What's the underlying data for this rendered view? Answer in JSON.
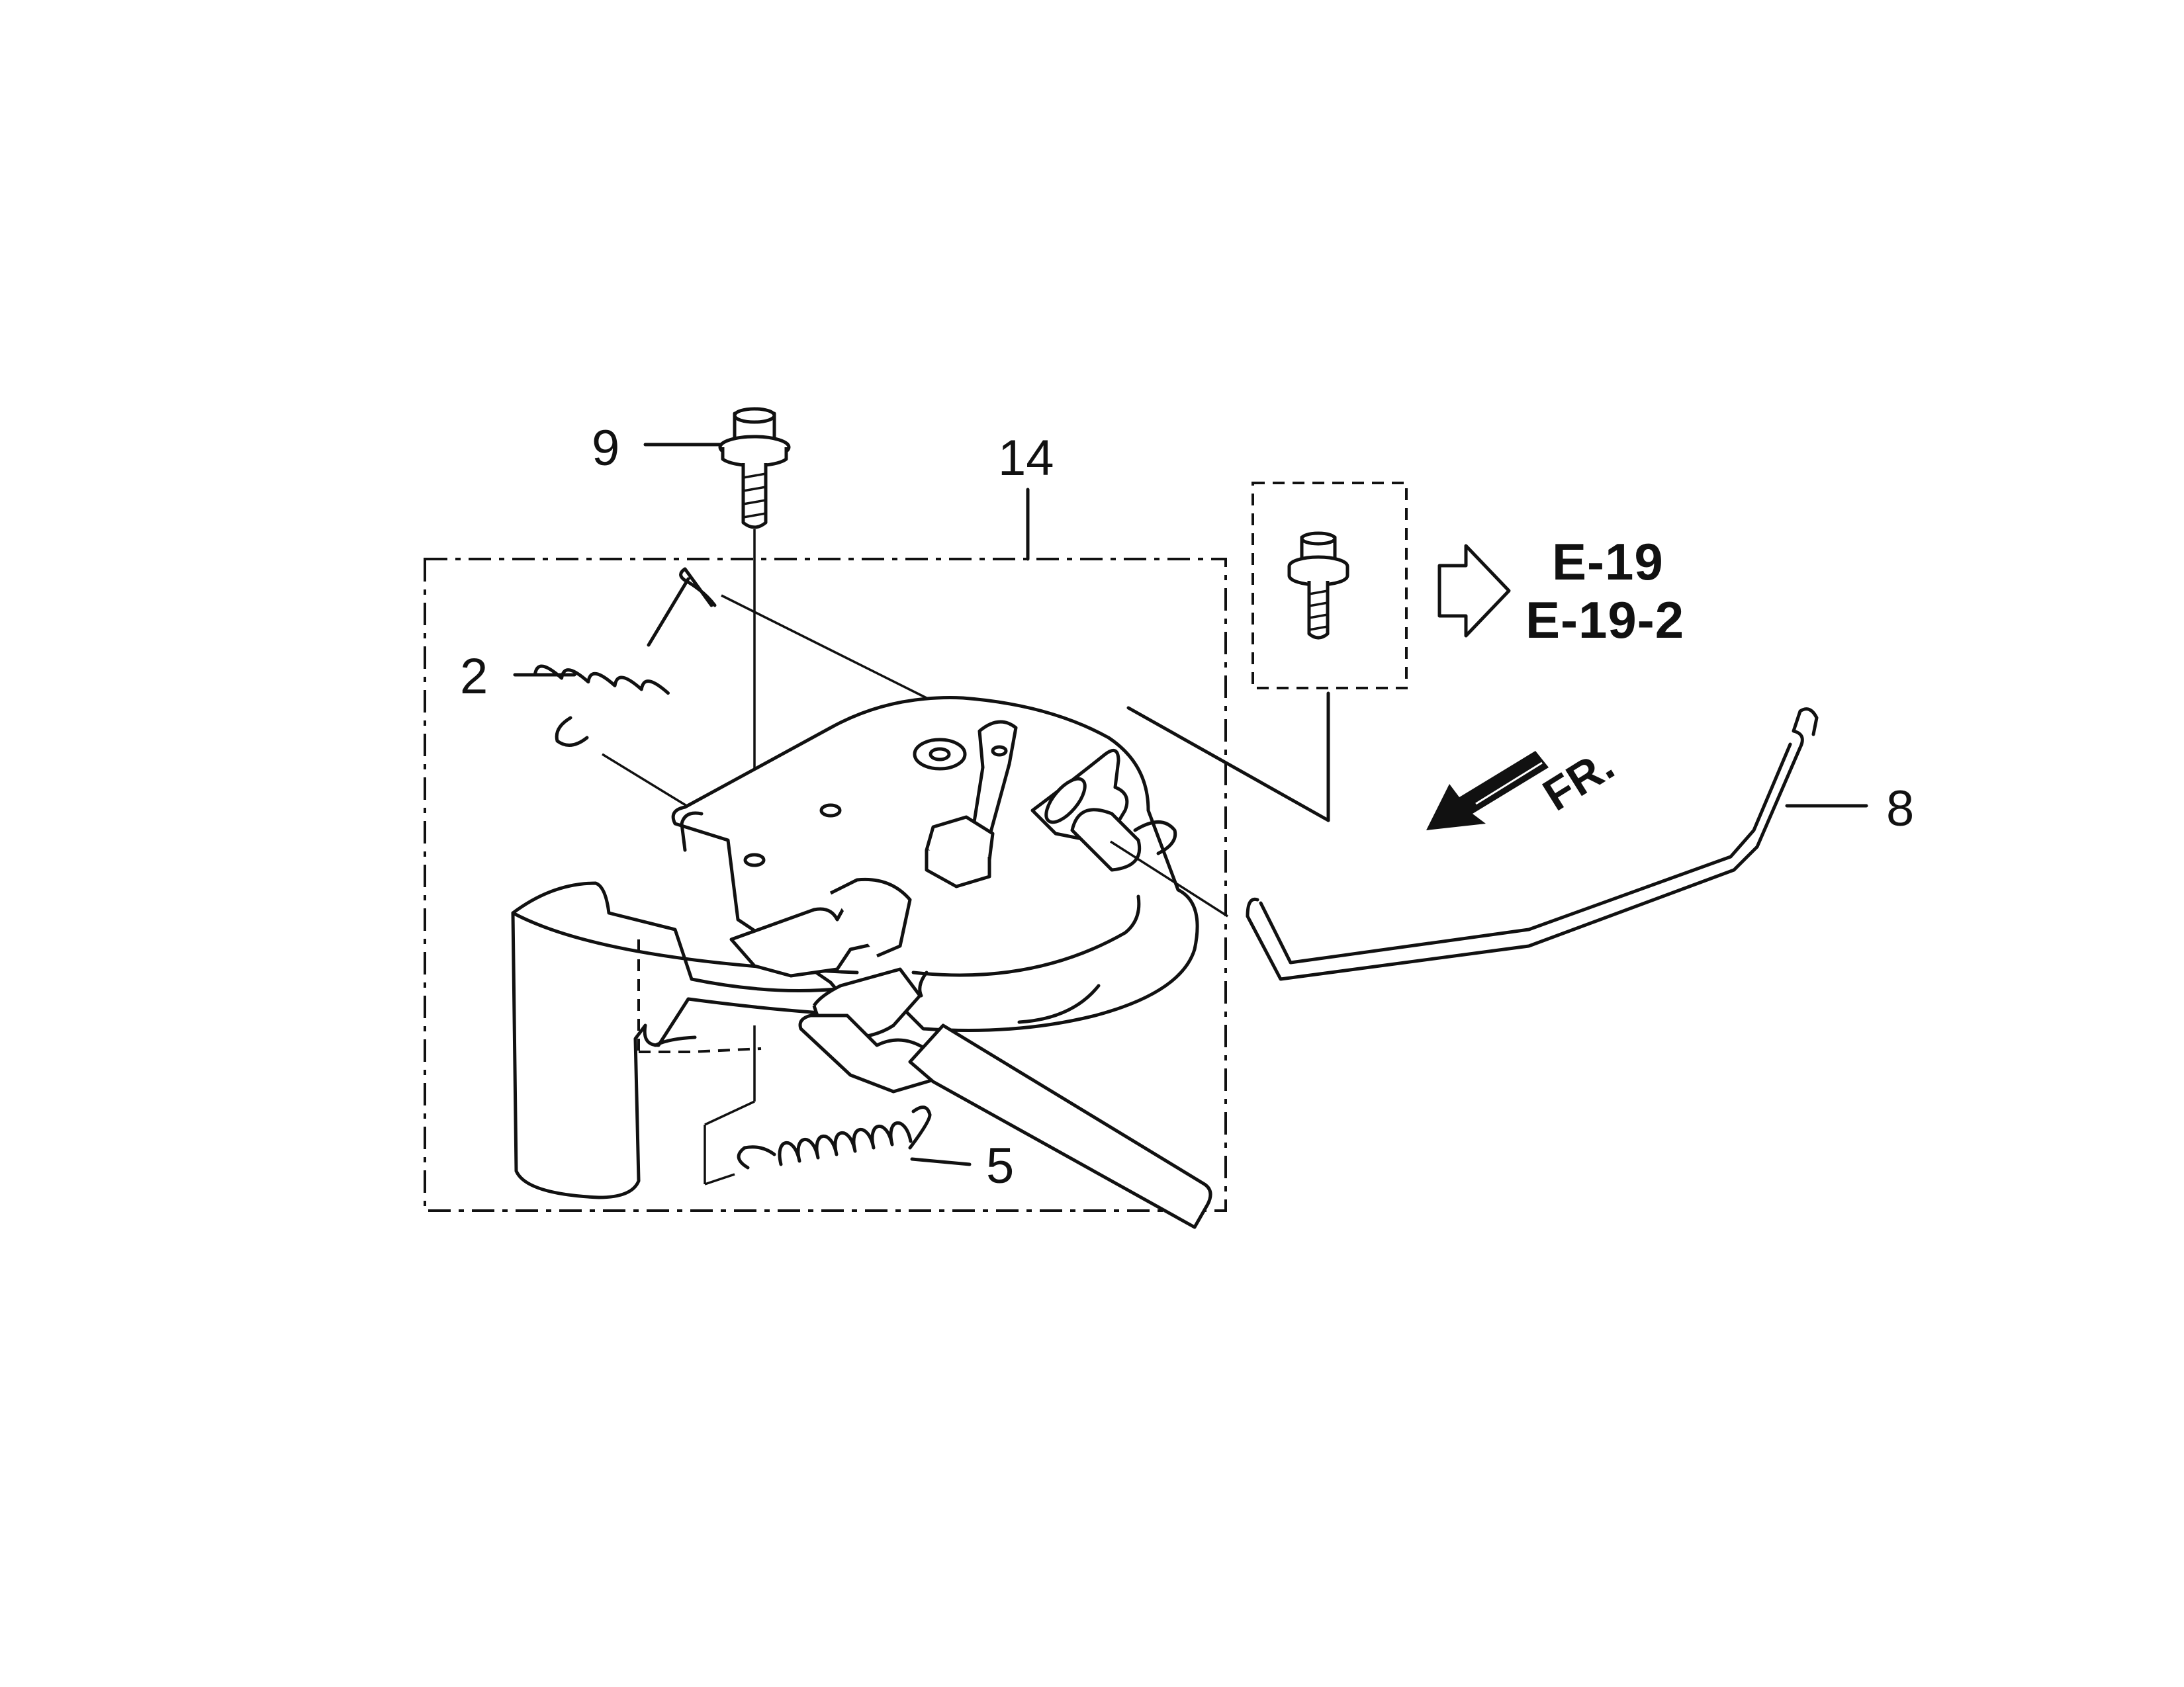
{
  "callouts": {
    "part_9": "9",
    "part_14": "14",
    "part_2": "2",
    "part_5": "5",
    "part_8": "8"
  },
  "references": {
    "ref_1": "E-19",
    "ref_2": "E-19-2"
  },
  "direction": {
    "label": "FR."
  }
}
